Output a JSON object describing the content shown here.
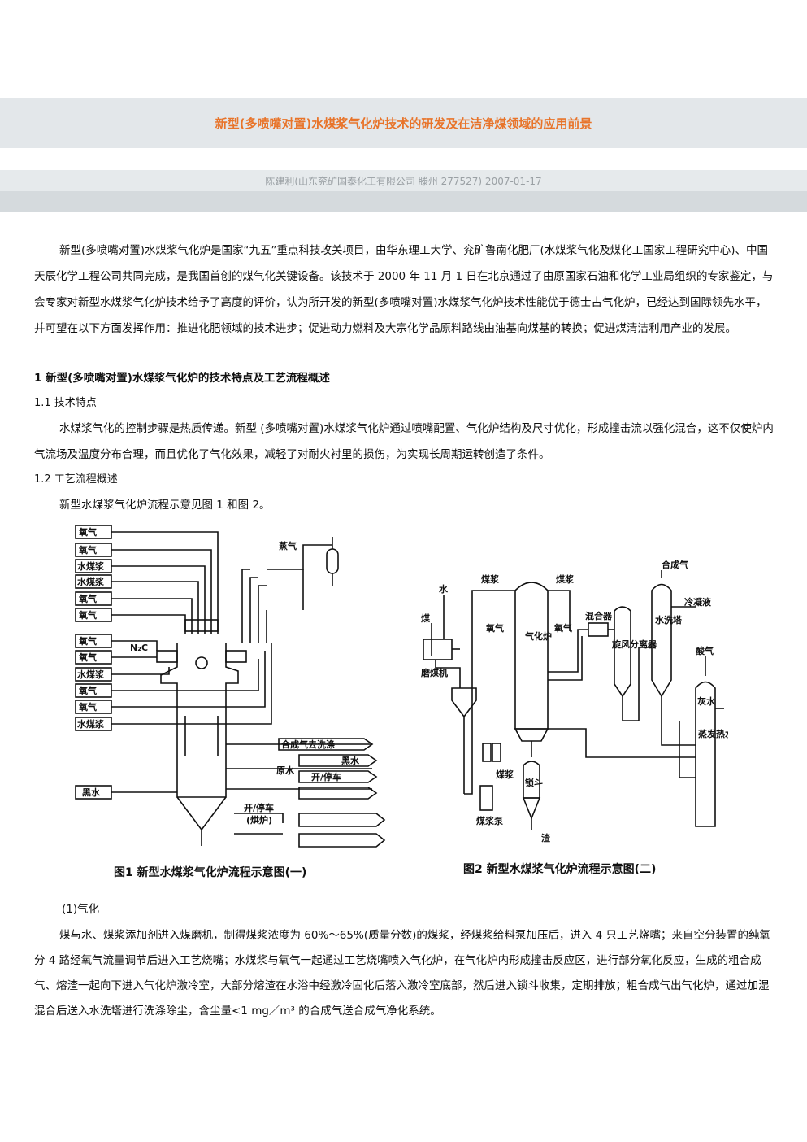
{
  "title": "新型(多喷嘴对置)水煤浆气化炉技术的研发及在洁净煤领域的应用前景",
  "meta": "陈建利(山东兖矿国泰化工有限公司 滕州 277527) 2007-01-17",
  "para1": "新型(多喷嘴对置)水煤浆气化炉是国家“九五”重点科技攻关项目，由华东理工大学、兖矿鲁南化肥厂(水煤浆气化及煤化工国家工程研究中心)、中国天辰化学工程公司共同完成，是我国首创的煤气化关键设备。该技术于 2000 年 11 月 1 日在北京通过了由原国家石油和化学工业局组织的专家鉴定，与会专家对新型水煤浆气化炉技术给予了高度的评价，认为所开发的新型(多喷嘴对置)水煤浆气化炉技术性能优于德士古气化炉，已经达到国际领先水平，并可望在以下方面发挥作用：推进化肥领域的技术进步；促进动力燃料及大宗化学品原料路线由油基向煤基的转换；促进煤清洁利用产业的发展。",
  "heading1": "1 新型(多喷嘴对置)水煤浆气化炉的技术特点及工艺流程概述",
  "heading1_1": "1.1 技术特点",
  "para2": "水煤浆气化的控制步骤是热质传递。新型 (多喷嘴对置)水煤浆气化炉通过喷嘴配置、气化炉结构及尺寸优化，形成撞击流以强化混合，这不仅使炉内气流场及温度分布合理，而且优化了气化效果，减轻了对耐火衬里的损伤，为实现长周期运转创造了条件。",
  "heading1_2": "1.2 工艺流程概述",
  "para3": "新型水煤浆气化炉流程示意见图 1 和图 2。",
  "figure1": {
    "caption": "图1   新型水煤浆气化炉流程示意图(一)",
    "inputs": [
      "氧气",
      "氧气",
      "水煤浆",
      "水煤浆",
      "氧气",
      "氧气",
      "氧气",
      "氧气",
      "水煤浆",
      "氧气",
      "氧气",
      "水煤浆"
    ],
    "steam": "蒸气",
    "n2c": "N₂C",
    "black_water_in": "黑水",
    "syngas_out": "合成气去洗涤",
    "black_water_out": "黑水",
    "raw_water": "原水",
    "start_stop": "开/停车",
    "start_stop2": "开/停车",
    "bake": "(烘炉)"
  },
  "figure2": {
    "caption": "图2   新型水煤浆气化炉流程示意图(二)",
    "water": "水",
    "coal": "煤",
    "mill": "磨煤机",
    "slurry_left": "煤浆",
    "slurry_right": "煤浆",
    "oxygen_left": "氧气",
    "oxygen_right": "氧气",
    "gasifier": "气化炉",
    "mixer": "混合器",
    "cyclone": "旋风分离器",
    "scrubber": "水洗塔",
    "syngas": "合成气",
    "condensate": "冷凝液",
    "acid_gas": "酸气",
    "ash_water": "灰水",
    "evaporator": "蒸发热水塔",
    "slurry_bottom": "煤浆",
    "lock_hopper": "锁斗",
    "slurry_pump": "煤浆泵",
    "slag": "渣"
  }
}
